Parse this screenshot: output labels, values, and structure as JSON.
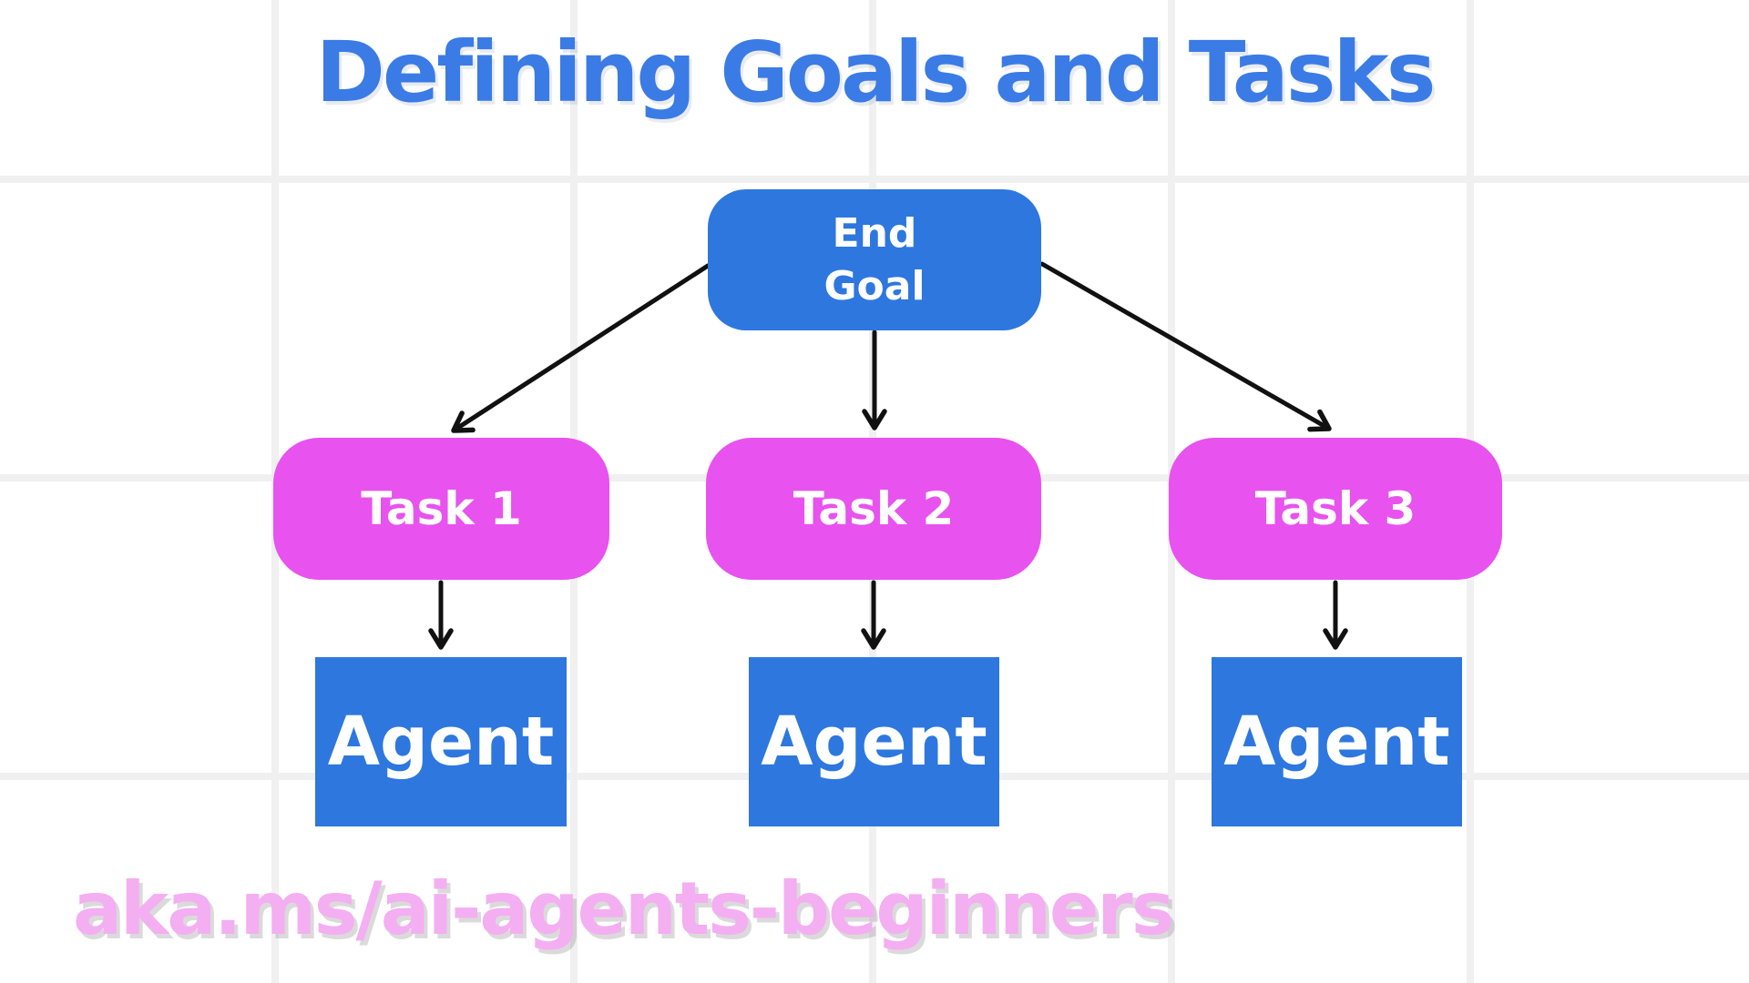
{
  "title": "Defining Goals and Tasks",
  "diagram": {
    "root": {
      "line1": "End",
      "line2": "Goal"
    },
    "tasks": [
      {
        "label": "Task 1"
      },
      {
        "label": "Task 2"
      },
      {
        "label": "Task 3"
      }
    ],
    "agents": [
      {
        "label": "Agent"
      },
      {
        "label": "Agent"
      },
      {
        "label": "Agent"
      }
    ]
  },
  "footer": {
    "link_text": "aka.ms/ai-agents-beginners"
  },
  "colors": {
    "background": "#ffffff",
    "grid_line": "#f0f0f0",
    "title_blue": "#3a7be6",
    "node_blue": "#2d77df",
    "task_magenta": "#e852ee",
    "link_pink": "#f4aef2",
    "arrow_black": "#111111",
    "text_white": "#ffffff"
  }
}
